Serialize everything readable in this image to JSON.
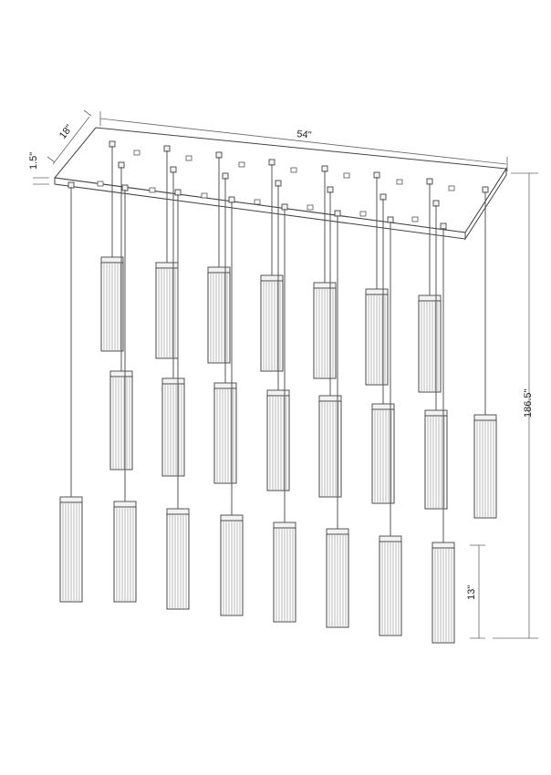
{
  "dimensions": {
    "depth": "18\"",
    "height_canopy": "1.5\"",
    "width": "54\"",
    "overall_height": "186.5\"",
    "shade_length": "13\""
  }
}
